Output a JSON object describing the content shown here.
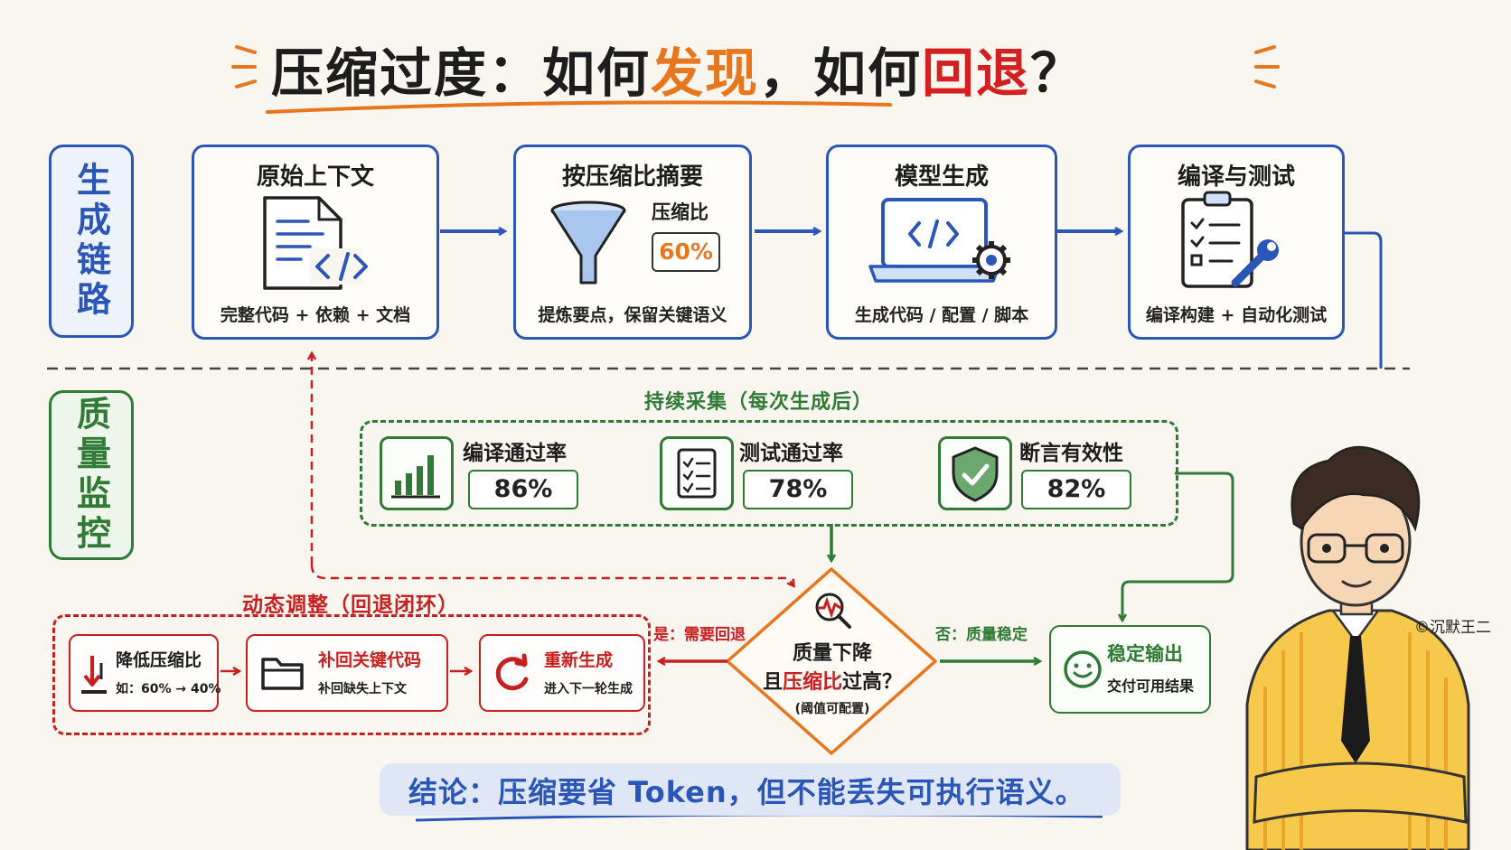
{
  "title": {
    "part1": "压缩过度：如何",
    "part2": "发现",
    "part3": "，如何",
    "part4": "回退",
    "part5": "？"
  },
  "sections": {
    "generation": "生成链路",
    "monitoring": "质量监控"
  },
  "steps": [
    {
      "title": "原始上下文",
      "subtitle": "完整代码 + 依赖 + 文档",
      "icon": "code-document-icon"
    },
    {
      "title": "按压缩比摘要",
      "subtitle": "提炼要点，保留关键语义",
      "icon": "funnel-icon",
      "ratio_label": "压缩比",
      "ratio_value": "60%"
    },
    {
      "title": "模型生成",
      "subtitle": "生成代码 / 配置 / 脚本",
      "icon": "laptop-gear-icon"
    },
    {
      "title": "编译与测试",
      "subtitle": "编译构建 + 自动化测试",
      "icon": "clipboard-wrench-icon"
    }
  ],
  "collect": {
    "label": "持续采集（每次生成后）"
  },
  "metrics": [
    {
      "name": "编译通过率",
      "value": "86%",
      "icon": "bar-chart-icon"
    },
    {
      "name": "测试通过率",
      "value": "78%",
      "icon": "checklist-icon"
    },
    {
      "name": "断言有效性",
      "value": "82%",
      "icon": "shield-check-icon"
    }
  ],
  "adjust": {
    "label": "动态调整（回退闭环）",
    "items": [
      {
        "title": "降低压缩比",
        "subtitle": "如：60% → 40%",
        "icon": "arrow-down-icon"
      },
      {
        "title": "补回关键代码",
        "subtitle": "补回缺失上下文",
        "icon": "folder-icon"
      },
      {
        "title": "重新生成",
        "subtitle": "进入下一轮生成",
        "icon": "refresh-icon"
      }
    ]
  },
  "decision": {
    "line1": "质量下降",
    "line2_pre": "且",
    "line2_highlight": "压缩比",
    "line2_post": "过高？",
    "note": "(阈值可配置)",
    "yes": "是：需要回退",
    "no": "否：质量稳定",
    "icon": "magnifier-pulse-icon"
  },
  "output": {
    "title": "稳定输出",
    "subtitle": "交付可用结果",
    "icon": "smiley-icon"
  },
  "conclusion": "结论：压缩要省 Token，但不能丢失可执行语义。",
  "copyright": "©沉默王二",
  "colors": {
    "blue": "#2a56b8",
    "green": "#2f7a35",
    "red": "#c82020",
    "orange": "#e8761c",
    "background": "#f8f6ef"
  }
}
